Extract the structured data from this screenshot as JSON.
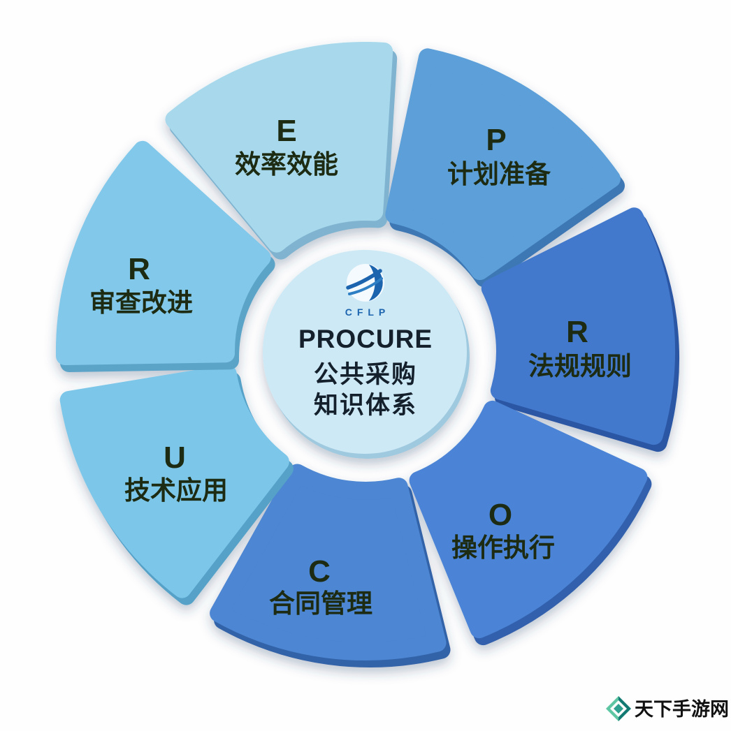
{
  "theme": {
    "background": "#fefefe",
    "label_color": "#1c2b12",
    "center_text_color": "#14202b"
  },
  "center": {
    "logo_text": "CFLP",
    "logo_color": "#1c64ae",
    "logo_swoosh": "#2f7fc4",
    "logo_globe": "#f4fafd",
    "title": "PROCURE",
    "line1": "公共采购",
    "line2": "知识体系",
    "fill": "#cde9f6",
    "depth": "#9fc9de"
  },
  "segments": [
    {
      "letter": "E",
      "label": "效率效能",
      "color": "#a7d8ec",
      "depth": "#7fb3cf"
    },
    {
      "letter": "P",
      "label": "计划准备",
      "color": "#5d9fd8",
      "depth": "#3d78b4"
    },
    {
      "letter": "R",
      "label": "法规规则",
      "color": "#4379cd",
      "depth": "#2c57a4"
    },
    {
      "letter": "O",
      "label": "操作执行",
      "color": "#4b84d6",
      "depth": "#3161ad"
    },
    {
      "letter": "C",
      "label": "合同管理",
      "color": "#4d86d2",
      "depth": "#3363a8"
    },
    {
      "letter": "U",
      "label": "技术应用",
      "color": "#7cc6ea",
      "depth": "#55a1c8"
    },
    {
      "letter": "R",
      "label": "审查改进",
      "color": "#82c8ea",
      "depth": "#5ba3c8"
    }
  ],
  "watermark": {
    "text": "天下手游网",
    "text_color": "#111111",
    "icon": {
      "left": "#5fc6a4",
      "right": "#127a72",
      "inner": "#ffffff",
      "core": "#2da08f"
    }
  }
}
